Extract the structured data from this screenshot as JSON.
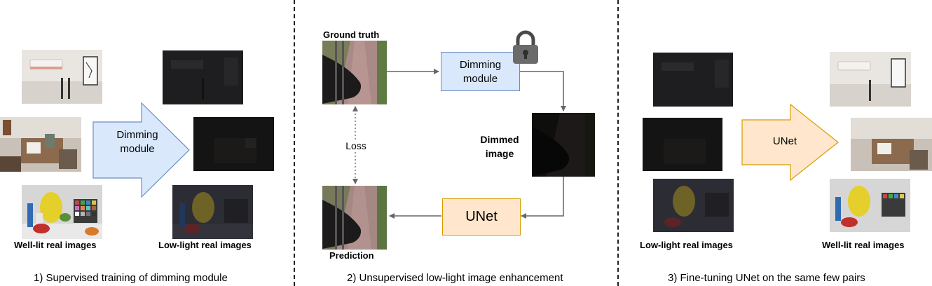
{
  "panel1": {
    "arrow_label_line1": "Dimming",
    "arrow_label_line2": "module",
    "label_left": "Well-lit real images",
    "label_right": "Low-light real images",
    "caption": "1) Supervised training of dimming module"
  },
  "panel2": {
    "ground_truth": "Ground truth",
    "prediction": "Prediction",
    "dimming_line1": "Dimming",
    "dimming_line2": "module",
    "dimmed_line1": "Dimmed",
    "dimmed_line2": "image",
    "loss": "Loss",
    "unet": "UNet",
    "caption": "2) Unsupervised low-light image enhancement"
  },
  "panel3": {
    "arrow_label": "UNet",
    "label_left": "Low-light real images",
    "label_right": "Well-lit real images",
    "caption": "3) Fine-tuning UNet on the same few pairs"
  },
  "colors": {
    "dimming_fill": "#dae8fc",
    "dimming_stroke": "#6c8ebf",
    "unet_fill": "#ffe6cc",
    "unet_stroke": "#d79b00",
    "arrow_gray": "#666666"
  }
}
